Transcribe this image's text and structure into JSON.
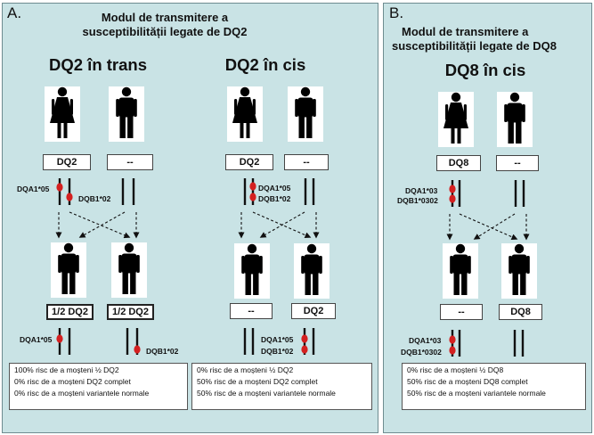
{
  "panelA": {
    "letter": "A.",
    "heading_line1": "Modul de transmitere a",
    "heading_line2": "susceptibilității legate de DQ2",
    "trans": {
      "title": "DQ2 în trans",
      "mother_genotype": "DQ2",
      "father_genotype": "--",
      "allele1": "DQA1*05",
      "allele2": "DQB1*02",
      "child1_genotype": "1/2 DQ2",
      "child2_genotype": "1/2 DQ2",
      "child1_allele": "DQA1*05",
      "child2_allele": "DQB1*02",
      "risk": [
        "100% risc de a moșteni ½ DQ2",
        "0% risc de a moșteni DQ2 complet",
        "0% risc de a moșteni variantele normale"
      ]
    },
    "cis": {
      "title": "DQ2 în cis",
      "mother_genotype": "DQ2",
      "father_genotype": "--",
      "allele1": "DQA1*05",
      "allele2": "DQB1*02",
      "child1_genotype": "--",
      "child2_genotype": "DQ2",
      "child2_allele1": "DQA1*05",
      "child2_allele2": "DQB1*02",
      "risk": [
        "0% risc de a moșteni ½ DQ2",
        "50% risc de a moșteni DQ2 complet",
        "50% risc de a moșteni variantele normale"
      ]
    }
  },
  "panelB": {
    "letter": "B.",
    "heading_line1": "Modul de transmitere a",
    "heading_line2": "susceptibilității legate de DQ8",
    "title": "DQ8 în cis",
    "mother_genotype": "DQ8",
    "father_genotype": "--",
    "allele1": "DQA1*03",
    "allele2": "DQB1*0302",
    "child1_genotype": "--",
    "child2_genotype": "DQ8",
    "child1_allele1": "DQA1*03",
    "child1_allele2": "DQB1*0302",
    "risk": [
      "0% risc de a moșteni ½ DQ8",
      "50% risc de a moșteni DQ8 complet",
      "50% risc de a moșteni variantele normale"
    ]
  },
  "colors": {
    "panel_bg": "#c9e3e5",
    "allele_marker": "#d42020",
    "chromosome": "#111111"
  }
}
